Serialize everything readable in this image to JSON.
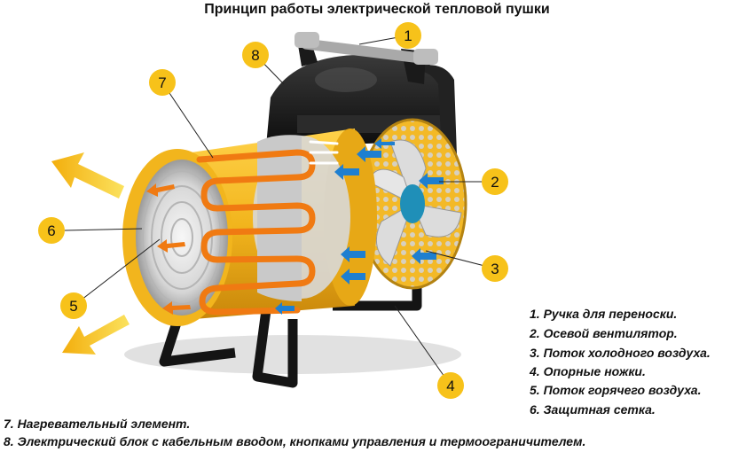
{
  "title": "Принцип работы электрической тепловой пушки",
  "callouts": [
    "1",
    "2",
    "3",
    "4",
    "5",
    "6",
    "7",
    "8"
  ],
  "legend": [
    "1. Ручка для переноски.",
    "2. Осевой вентилятор.",
    "3. Поток холодного воздуха.",
    "4. Опорные ножки.",
    "5. Поток горячего воздуха.",
    "6. Защитная сетка.",
    "7. Нагревательный элемент.",
    "8. Электрический блок с кабельным вводом, кнопками управления и термоограничителем."
  ],
  "colors": {
    "body_yellow": "#f2b51d",
    "callout_circle": "#f7c21a",
    "heating_element": "#f07a12",
    "cold_air_arrow": "#1e7fd0",
    "hot_air_arrow": "#f5c41b",
    "housing_dark": "#1a1a1a"
  }
}
